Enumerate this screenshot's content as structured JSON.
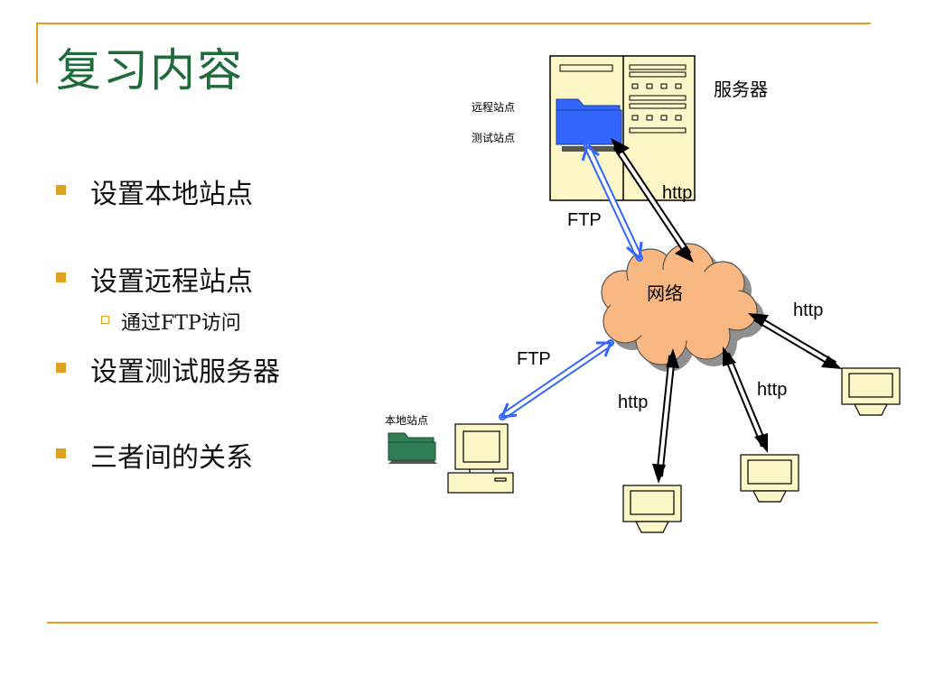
{
  "slide": {
    "title": "复习内容",
    "bullets": [
      {
        "text": "设置本地站点"
      },
      {
        "text": "设置远程站点"
      },
      {
        "text": "设置测试服务器"
      },
      {
        "text": "三者间的关系"
      }
    ],
    "sub_bullets": [
      {
        "text": "通过FTP访问"
      }
    ]
  },
  "diagram": {
    "server_label": "服务器",
    "remote_site_label": "远程站点",
    "test_site_label": "测试站点",
    "network_label": "网络",
    "local_site_label": "本地站点",
    "ftp_label_top": "FTP",
    "ftp_label_local": "FTP",
    "http_label_server": "http",
    "http_label_right": "http",
    "http_label_mid": "http",
    "http_label_bottom": "http",
    "colors": {
      "accent": "#e0a020",
      "title": "#1f6b3a",
      "ftp_arrow": "#3366ff",
      "cloud": "#f9b882",
      "cloud_shadow": "#909090",
      "server_fill": "#fdf7c8",
      "folder_blue": "#3366ff",
      "folder_green": "#2e7d55"
    }
  }
}
